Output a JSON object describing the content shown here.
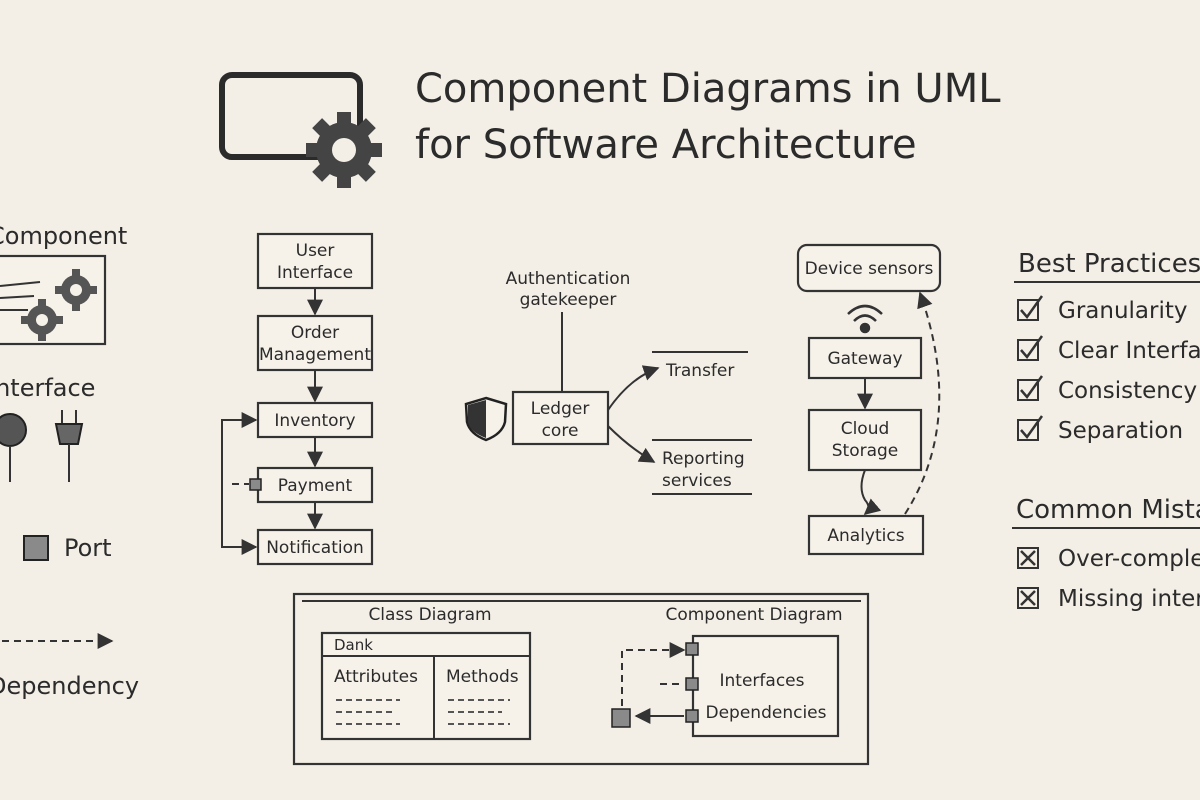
{
  "title": {
    "line1": "Component Diagrams in UML",
    "line2": "for Software Architecture"
  },
  "legend": {
    "component": "Component",
    "interface": "Interface",
    "port": "Port",
    "dependency": "Dependency"
  },
  "flow": {
    "user_interface": [
      "User",
      "Interface"
    ],
    "order_management": [
      "Order",
      "Management"
    ],
    "inventory": "Inventory",
    "payment": "Payment",
    "notification": "Notification"
  },
  "ledger": {
    "auth": [
      "Authentication",
      "gatekeeper"
    ],
    "core": [
      "Ledger",
      "core"
    ],
    "transfer": "Transfer",
    "reporting": [
      "Reporting",
      "services"
    ]
  },
  "iot": {
    "sensors": "Device sensors",
    "gateway": "Gateway",
    "storage": [
      "Cloud",
      "Storage"
    ],
    "analytics": "Analytics"
  },
  "compare": {
    "class_title": "Class Diagram",
    "class_name": "Dank",
    "attributes": "Attributes",
    "methods": "Methods",
    "component_title": "Component Diagram",
    "interfaces": "Interfaces",
    "dependencies": "Dependencies"
  },
  "best_practices": {
    "heading": "Best Practices",
    "items": [
      "Granularity",
      "Clear Interfaces",
      "Consistency",
      "Separation"
    ]
  },
  "mistakes": {
    "heading": "Common Mistakes",
    "items": [
      "Over-complexity",
      "Missing interfaces"
    ]
  },
  "icons": [
    "window-gear-icon",
    "gear-icon",
    "shield-icon",
    "wifi-icon",
    "checkbox-checked-icon",
    "checkbox-x-icon",
    "lollipop-interface-icon",
    "plug-icon",
    "port-square-icon"
  ],
  "colors": {
    "background": "#f3efe6",
    "ink": "#2b2b2b",
    "port_fill": "#8a8a8a"
  }
}
